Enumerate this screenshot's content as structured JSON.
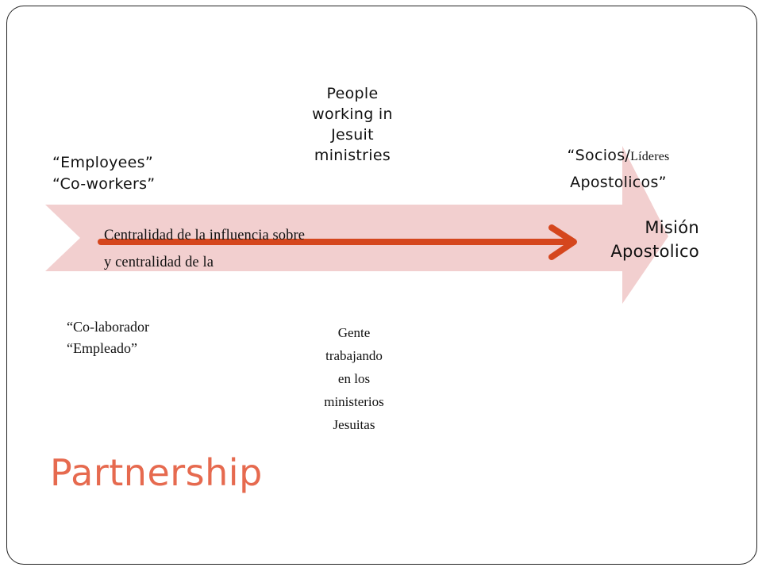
{
  "colors": {
    "band": "#f2cfcf",
    "arrow": "#d5461d",
    "title": "#e66a4f"
  },
  "left_top": {
    "line1": "“Employees”",
    "line2": "“Co-workers”"
  },
  "center_top": {
    "line1": "People",
    "line2": "working in",
    "line3": "Jesuit",
    "line4": "ministries"
  },
  "right_top": {
    "part1": "“Socios/",
    "part2": "Líderes",
    "line2": "Apostolicos”"
  },
  "band_text": {
    "line1": "Centralidad de la influencia sobre",
    "line2": "y centralidad de la"
  },
  "arrow_end": {
    "line1": "Misión",
    "line2": "Apostolico"
  },
  "left_bottom": {
    "line1": "“Co-laborador",
    "line2": "“Empleado”"
  },
  "center_bottom": {
    "line1": "Gente",
    "line2": "trabajando",
    "line3": "en los",
    "line4": "ministerios",
    "line5": "Jesuitas"
  },
  "title": "Partnership"
}
